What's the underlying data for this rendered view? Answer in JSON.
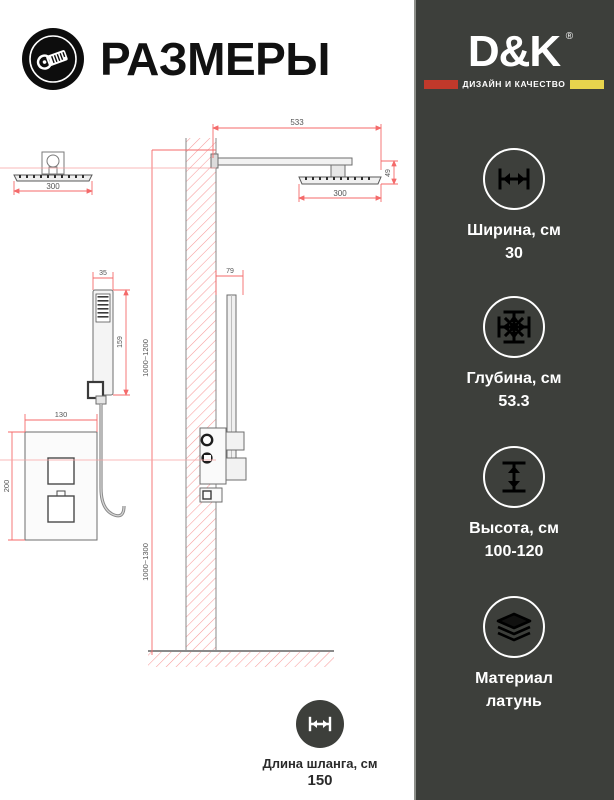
{
  "header": {
    "title": "РАЗМЕРЫ",
    "logo_icon": "measuring-tape-icon"
  },
  "brand": {
    "name": "D&K",
    "registered": "®",
    "tagline": "ДИЗАЙН И КАЧЕСТВО",
    "accent_red": "#c0392b",
    "accent_yellow": "#e8d44d",
    "panel_bg": "#3d3f3b"
  },
  "specs": [
    {
      "icon": "width-arrow-icon",
      "label": "Ширина, см",
      "value": "30"
    },
    {
      "icon": "depth-arrows-icon",
      "label": "Глубина, см",
      "value": "53.3"
    },
    {
      "icon": "height-arrow-icon",
      "label": "Высота, см",
      "value": "100-120"
    },
    {
      "icon": "layers-icon",
      "label": "Материал",
      "value": "латунь"
    }
  ],
  "hose_spec": {
    "icon": "length-arrow-icon",
    "label": "Длина шланга, см",
    "value": "150"
  },
  "drawing": {
    "title": "shower-system-technical-drawing",
    "dimensions": {
      "arm_length": "533",
      "head_width_top": "300",
      "head_width_side": "300",
      "head_thickness": "49",
      "bar_offset": "79",
      "handset_width": "35",
      "handset_height": "159",
      "valve_width": "130",
      "valve_height": "200",
      "bar_height_range": "1000~1200",
      "valve_height_range": "1000~1300"
    },
    "line_color_red": "#f46a6a",
    "line_color_gray": "#6e6e6e"
  }
}
